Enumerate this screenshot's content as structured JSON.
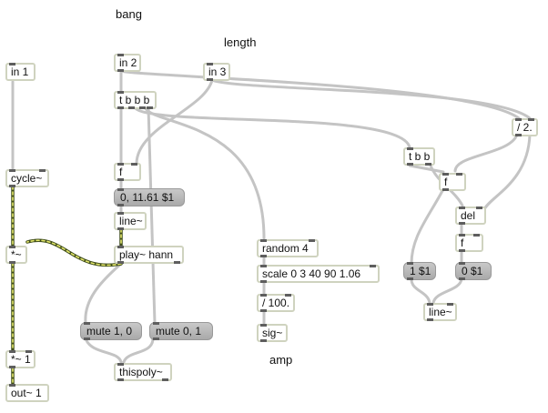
{
  "comments": {
    "bang": "bang",
    "length": "length",
    "amp": "amp"
  },
  "objects": {
    "in1": "in 1",
    "in2": "in 2",
    "in3": "in 3",
    "tbbb": "t b b b",
    "div2": "/ 2.",
    "cycle": "cycle~",
    "f1": "f",
    "tbb": "t b b",
    "f2": "f",
    "msg_env": "0, 11.61 $1",
    "del": "del",
    "line1": "line~",
    "f3": "f",
    "mul": "*~",
    "random": "random 4",
    "play": "play~ hann",
    "scale": "scale 0 3 40 90 1.06",
    "msg_1": "1 $1",
    "msg_0": "0 $1",
    "div100": "/ 100.",
    "line2": "line~",
    "mute10": "mute 1, 0",
    "mute01": "mute 0, 1",
    "sig": "sig~",
    "mul1": "*~ 1",
    "thispoly": "thispoly~",
    "out1": "out~ 1"
  },
  "colors": {
    "box_border": "#cfd3bf",
    "patch_cord": "#c4c4c4",
    "signal_cord_a": "#3f4d1a",
    "signal_cord_b": "#e3e66a"
  }
}
